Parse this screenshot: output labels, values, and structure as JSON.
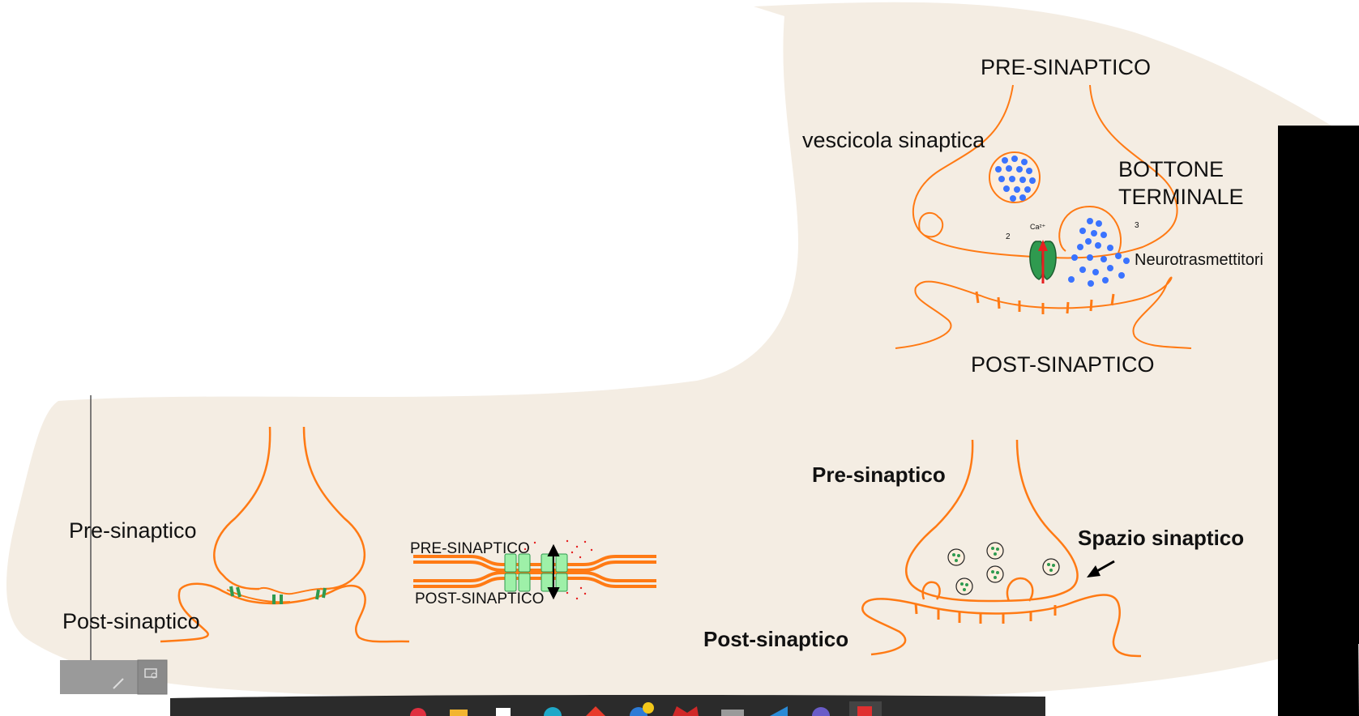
{
  "colors": {
    "background_panel": "#f4ede3",
    "membrane": "#ff7a14",
    "vesicle_fill": "#fdeedd",
    "neurotransmitter": "#3a73ff",
    "channel": "#2f9a4f",
    "arrow_red": "#e62020",
    "gap_junction_channel": "#9ef0a8",
    "right_bar": "#000000",
    "taskbar": "#2b2b2b"
  },
  "top_diagram": {
    "pre_label": "PRE-SINAPTICO",
    "vesicle_label": "vescicola sinaptica",
    "bouton_label_line1": "BOTTONE",
    "bouton_label_line2": "TERMINALE",
    "calcium_label": "Ca²⁺",
    "step2": "2",
    "step3": "3",
    "neurotransmitter_label": "Neurotrasmettitori",
    "post_label": "POST-SINAPTICO"
  },
  "electrical_synapse": {
    "pre_label": "Pre-sinaptico",
    "post_label": "Post-sinaptico"
  },
  "gap_junction": {
    "pre_label": "PRE-SINAPTICO",
    "post_label": "POST-SINAPTICO"
  },
  "chemical_synapse": {
    "pre_label": "Pre-sinaptico",
    "cleft_label": "Spazio sinaptico",
    "post_label": "Post-sinaptico"
  },
  "taskbar": {
    "icons": [
      "app-icon-1",
      "app-icon-2",
      "app-icon-3",
      "app-icon-4",
      "app-icon-5",
      "app-icon-6",
      "app-icon-7",
      "app-icon-8",
      "app-icon-9",
      "app-icon-10",
      "app-icon-11"
    ]
  }
}
